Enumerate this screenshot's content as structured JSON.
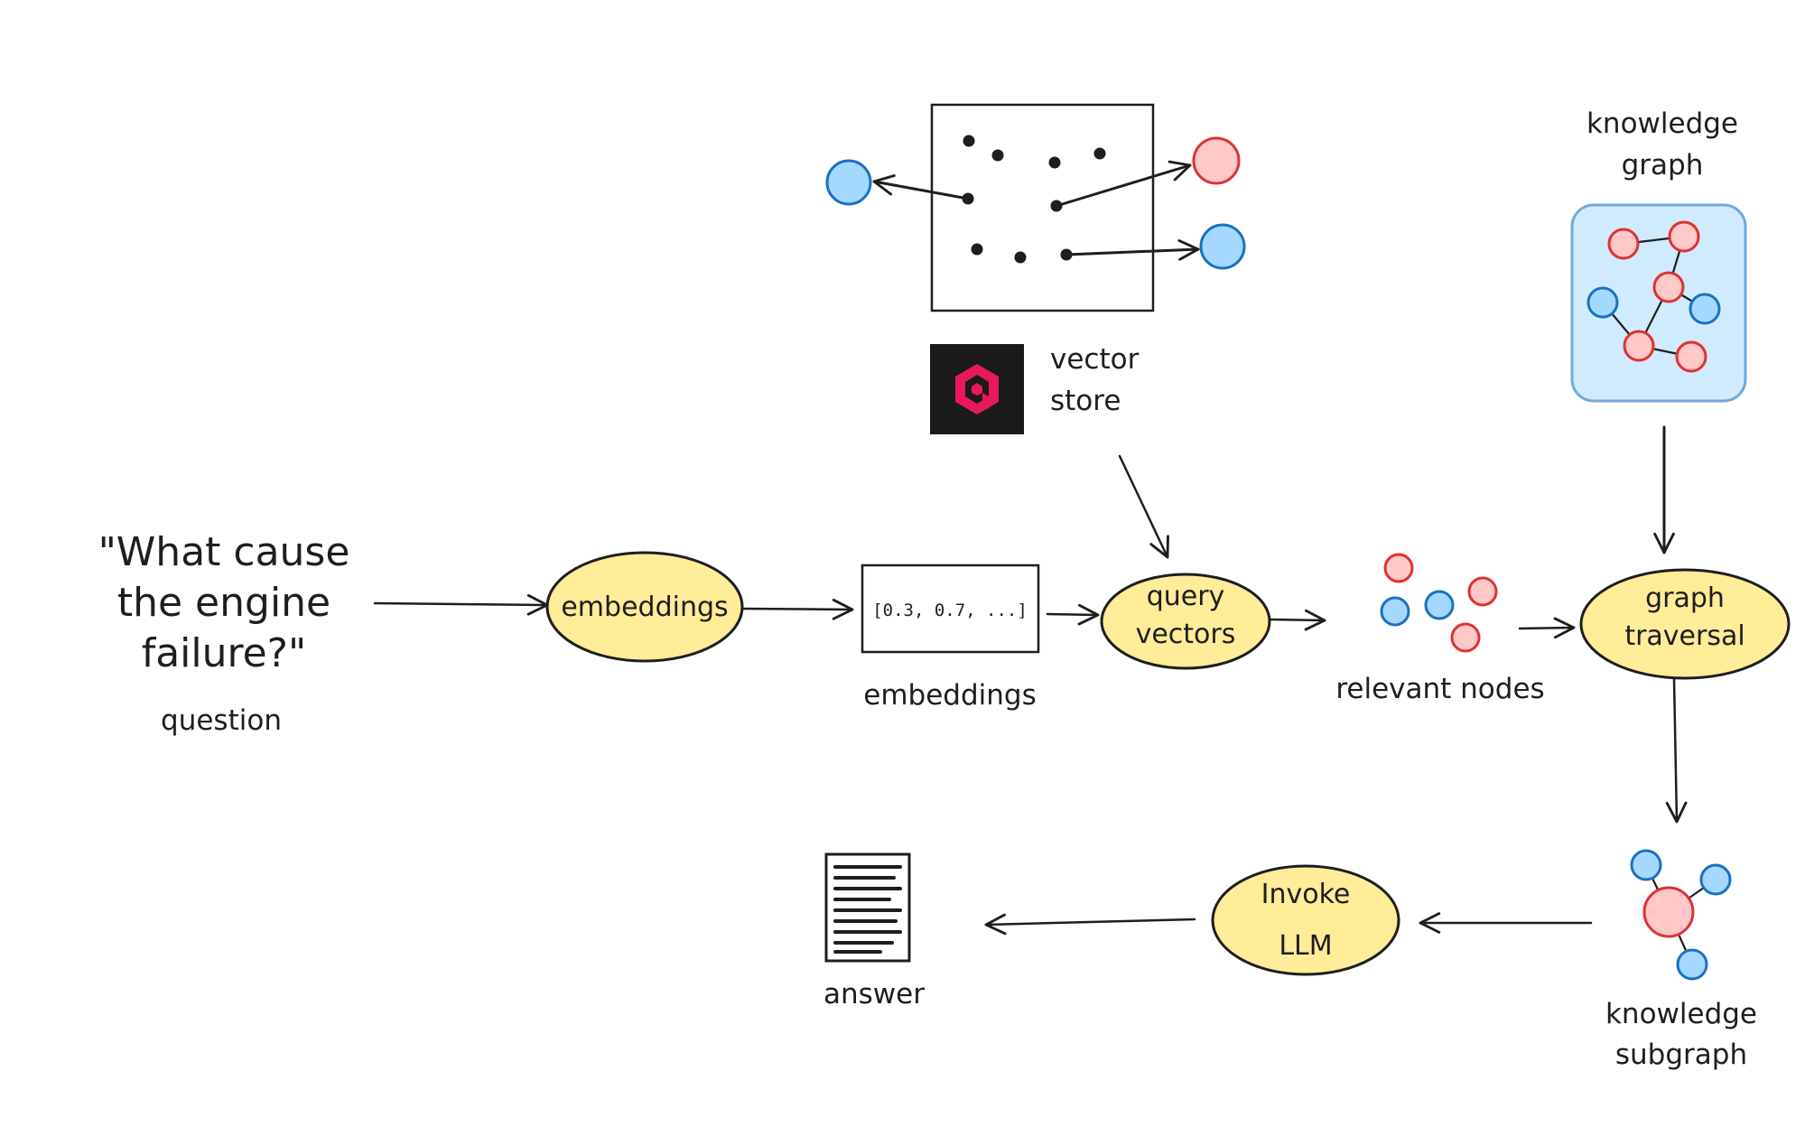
{
  "question": {
    "line1": "\"What cause",
    "line2": "the engine",
    "line3": "failure?\"",
    "caption": "question"
  },
  "vector_store": {
    "line1": "vector",
    "line2": "store"
  },
  "knowledge_graph": {
    "line1": "knowledge",
    "line2": "graph"
  },
  "nodes": {
    "embeddings_process": "embeddings",
    "embeddings_vector": "[0.3, 0.7, ...]",
    "embeddings_caption": "embeddings",
    "query_line1": "query",
    "query_line2": "vectors",
    "relevant_nodes": "relevant nodes",
    "graph_line1": "graph",
    "graph_line2": "traversal",
    "subgraph_line1": "knowledge",
    "subgraph_line2": "subgraph",
    "llm_line1": "Invoke",
    "llm_line2": "LLM",
    "answer": "answer"
  },
  "colors": {
    "process_fill": "#ffec99",
    "red_node": "#ffc9c9",
    "red_stroke": "#e03131",
    "blue_node": "#a5d8ff",
    "blue_stroke": "#1971c2",
    "graph_box": "#d0ebff",
    "logo_bg": "#1a1a1a",
    "logo_red": "#e8195a"
  }
}
